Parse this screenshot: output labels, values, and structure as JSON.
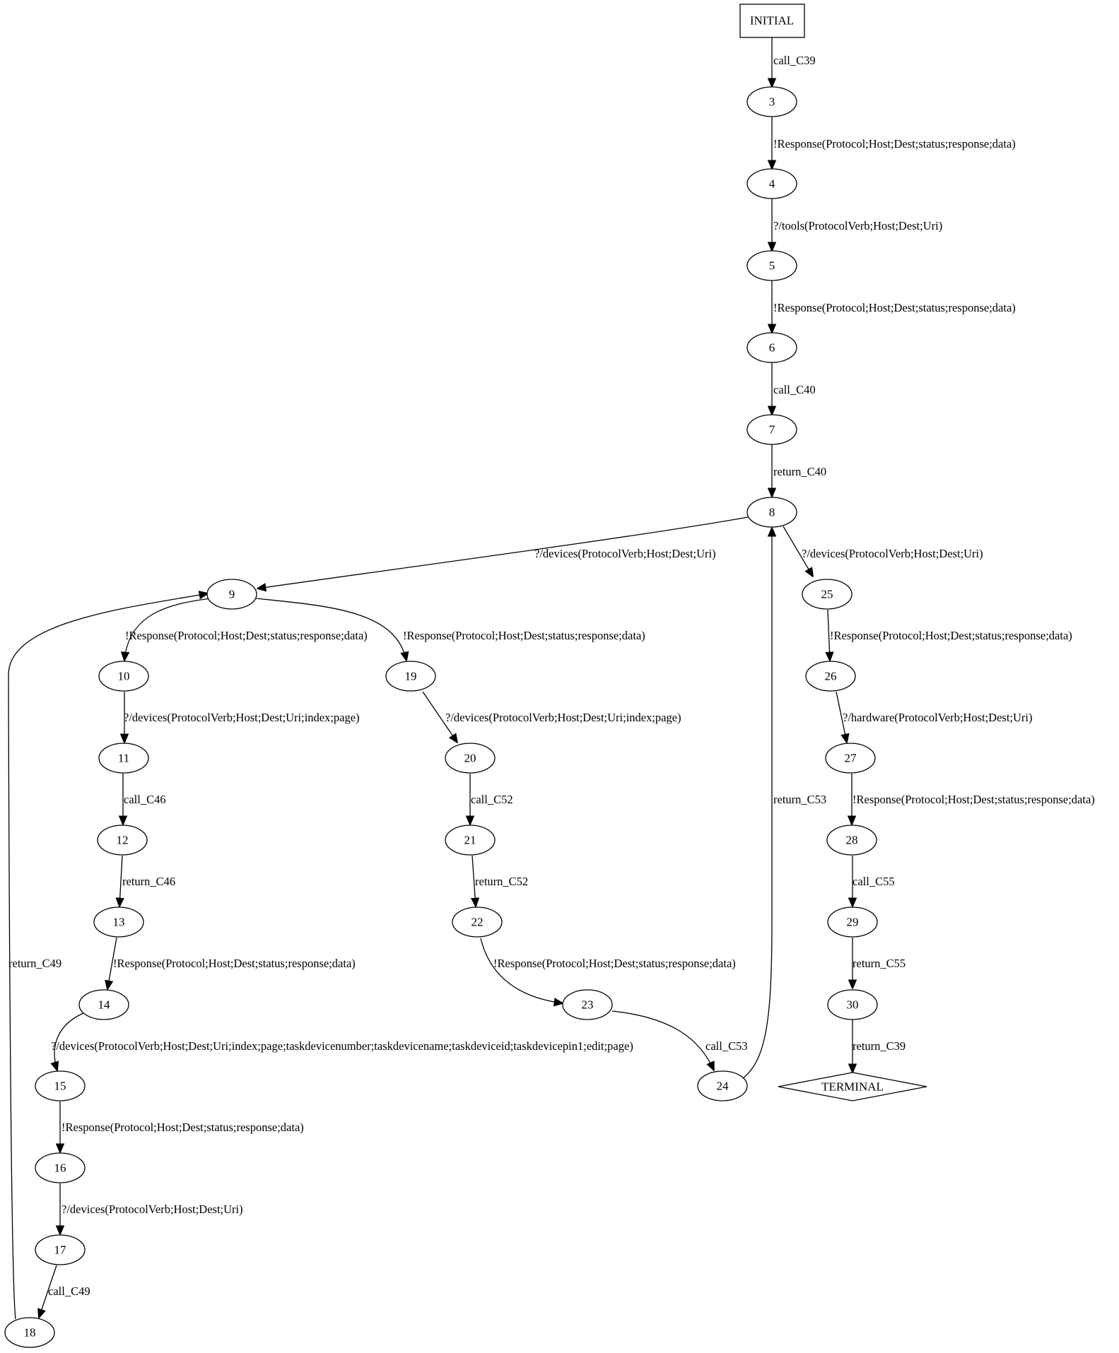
{
  "graph": {
    "nodes": {
      "INITIAL": {
        "label": "INITIAL",
        "shape": "box"
      },
      "n3": {
        "label": "3",
        "shape": "ellipse"
      },
      "n4": {
        "label": "4",
        "shape": "ellipse"
      },
      "n5": {
        "label": "5",
        "shape": "ellipse"
      },
      "n6": {
        "label": "6",
        "shape": "ellipse"
      },
      "n7": {
        "label": "7",
        "shape": "ellipse"
      },
      "n8": {
        "label": "8",
        "shape": "ellipse"
      },
      "n9": {
        "label": "9",
        "shape": "ellipse"
      },
      "n10": {
        "label": "10",
        "shape": "ellipse"
      },
      "n11": {
        "label": "11",
        "shape": "ellipse"
      },
      "n12": {
        "label": "12",
        "shape": "ellipse"
      },
      "n13": {
        "label": "13",
        "shape": "ellipse"
      },
      "n14": {
        "label": "14",
        "shape": "ellipse"
      },
      "n15": {
        "label": "15",
        "shape": "ellipse"
      },
      "n16": {
        "label": "16",
        "shape": "ellipse"
      },
      "n17": {
        "label": "17",
        "shape": "ellipse"
      },
      "n18": {
        "label": "18",
        "shape": "ellipse"
      },
      "n19": {
        "label": "19",
        "shape": "ellipse"
      },
      "n20": {
        "label": "20",
        "shape": "ellipse"
      },
      "n21": {
        "label": "21",
        "shape": "ellipse"
      },
      "n22": {
        "label": "22",
        "shape": "ellipse"
      },
      "n23": {
        "label": "23",
        "shape": "ellipse"
      },
      "n24": {
        "label": "24",
        "shape": "ellipse"
      },
      "n25": {
        "label": "25",
        "shape": "ellipse"
      },
      "n26": {
        "label": "26",
        "shape": "ellipse"
      },
      "n27": {
        "label": "27",
        "shape": "ellipse"
      },
      "n28": {
        "label": "28",
        "shape": "ellipse"
      },
      "n29": {
        "label": "29",
        "shape": "ellipse"
      },
      "n30": {
        "label": "30",
        "shape": "ellipse"
      },
      "TERMINAL": {
        "label": "TERMINAL",
        "shape": "diamond"
      }
    },
    "edges": {
      "e_initial_3": {
        "from": "INITIAL",
        "to": "3",
        "label": "call_C39"
      },
      "e_3_4": {
        "from": "3",
        "to": "4",
        "label": "!Response(Protocol;Host;Dest;status;response;data)"
      },
      "e_4_5": {
        "from": "4",
        "to": "5",
        "label": "?/tools(ProtocolVerb;Host;Dest;Uri)"
      },
      "e_5_6": {
        "from": "5",
        "to": "6",
        "label": "!Response(Protocol;Host;Dest;status;response;data)"
      },
      "e_6_7": {
        "from": "6",
        "to": "7",
        "label": "call_C40"
      },
      "e_7_8": {
        "from": "7",
        "to": "8",
        "label": "return_C40"
      },
      "e_8_9": {
        "from": "8",
        "to": "9",
        "label": "?/devices(ProtocolVerb;Host;Dest;Uri)"
      },
      "e_8_25": {
        "from": "8",
        "to": "25",
        "label": "?/devices(ProtocolVerb;Host;Dest;Uri)"
      },
      "e_9_10": {
        "from": "9",
        "to": "10",
        "label": "!Response(Protocol;Host;Dest;status;response;data)"
      },
      "e_9_19": {
        "from": "9",
        "to": "19",
        "label": "!Response(Protocol;Host;Dest;status;response;data)"
      },
      "e_10_11": {
        "from": "10",
        "to": "11",
        "label": "?/devices(ProtocolVerb;Host;Dest;Uri;index;page)"
      },
      "e_11_12": {
        "from": "11",
        "to": "12",
        "label": "call_C46"
      },
      "e_12_13": {
        "from": "12",
        "to": "13",
        "label": "return_C46"
      },
      "e_13_14": {
        "from": "13",
        "to": "14",
        "label": "!Response(Protocol;Host;Dest;status;response;data)"
      },
      "e_14_15": {
        "from": "14",
        "to": "15",
        "label": "?/devices(ProtocolVerb;Host;Dest;Uri;index;page;taskdevicenumber;taskdevicename;taskdeviceid;taskdevicepin1;edit;page)"
      },
      "e_15_16": {
        "from": "15",
        "to": "16",
        "label": "!Response(Protocol;Host;Dest;status;response;data)"
      },
      "e_16_17": {
        "from": "16",
        "to": "17",
        "label": "?/devices(ProtocolVerb;Host;Dest;Uri)"
      },
      "e_17_18": {
        "from": "17",
        "to": "18",
        "label": "call_C49"
      },
      "e_18_9": {
        "from": "18",
        "to": "9",
        "label": "return_C49"
      },
      "e_19_20": {
        "from": "19",
        "to": "20",
        "label": "?/devices(ProtocolVerb;Host;Dest;Uri;index;page)"
      },
      "e_20_21": {
        "from": "20",
        "to": "21",
        "label": "call_C52"
      },
      "e_21_22": {
        "from": "21",
        "to": "22",
        "label": "return_C52"
      },
      "e_22_23": {
        "from": "22",
        "to": "23",
        "label": "!Response(Protocol;Host;Dest;status;response;data)"
      },
      "e_23_24": {
        "from": "23",
        "to": "24",
        "label": "call_C53"
      },
      "e_24_8": {
        "from": "24",
        "to": "8",
        "label": "return_C53"
      },
      "e_25_26": {
        "from": "25",
        "to": "26",
        "label": "!Response(Protocol;Host;Dest;status;response;data)"
      },
      "e_26_27": {
        "from": "26",
        "to": "27",
        "label": "?/hardware(ProtocolVerb;Host;Dest;Uri)"
      },
      "e_27_28": {
        "from": "27",
        "to": "28",
        "label": "!Response(Protocol;Host;Dest;status;response;data)"
      },
      "e_28_29": {
        "from": "28",
        "to": "29",
        "label": "call_C55"
      },
      "e_29_30": {
        "from": "29",
        "to": "30",
        "label": "return_C55"
      },
      "e_30_terminal": {
        "from": "30",
        "to": "TERMINAL",
        "label": "return_C39"
      }
    }
  }
}
